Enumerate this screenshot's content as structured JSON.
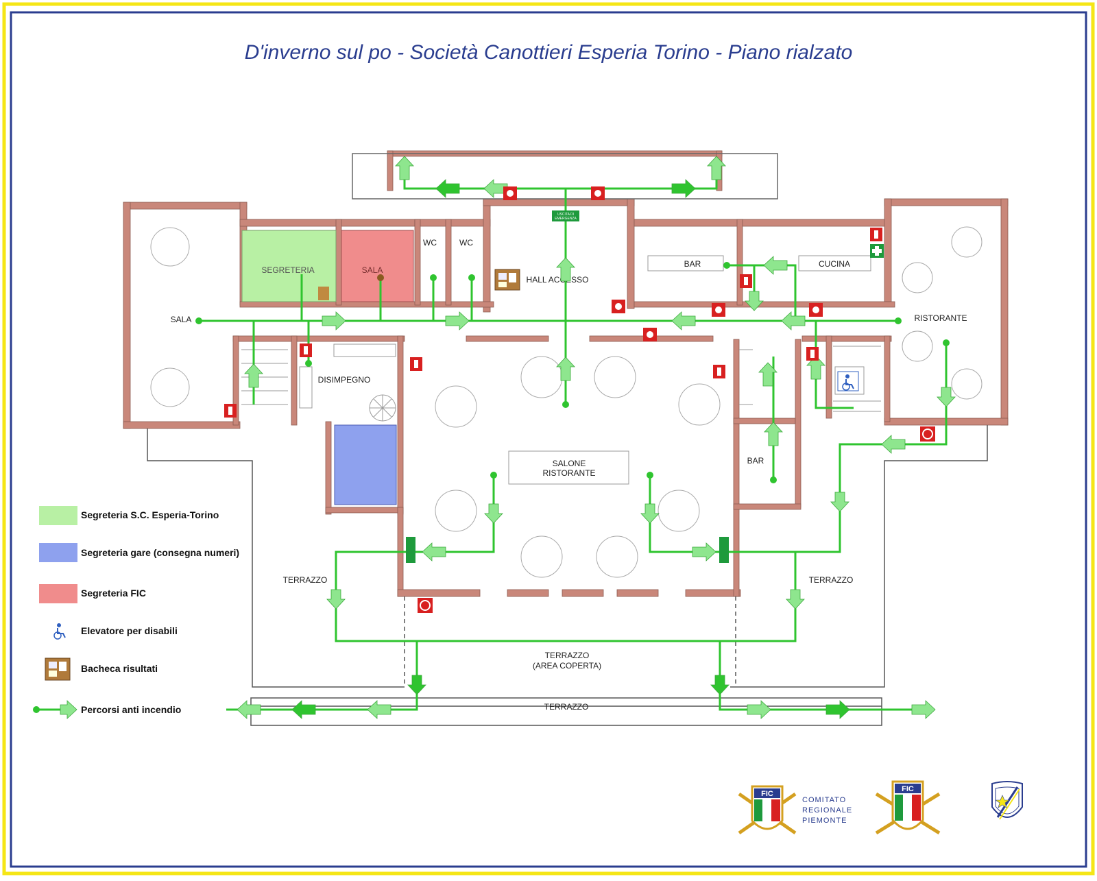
{
  "title": "D'inverno sul po - Società Canottieri Esperia Torino - Piano rialzato",
  "colors": {
    "frame_outer": "#f5e616",
    "frame_inner": "#2a3d8f",
    "title": "#2a3d8f",
    "wall": "#c9877a",
    "route": "#2fc42f",
    "arrow": "#8ee68e",
    "segreteria_esperia": "#b8f0a4",
    "segreteria_gare": "#8ea1ee",
    "segreteria_fic": "#f08c8c",
    "sign_red": "#d82020",
    "sign_green": "#1e9a3c"
  },
  "rooms": {
    "sala_left": "SALA",
    "segreteria": "SEGRETERIA",
    "sala_fic": "SALA",
    "wc1": "WC",
    "wc2": "WC",
    "hall": "HALL ACCESSO",
    "bar_top": "BAR",
    "cucina": "CUCINA",
    "ristorante": "RISTORANTE",
    "disimpegno": "DISIMPEGNO",
    "salone_line1": "SALONE",
    "salone_line2": "RISTORANTE",
    "bar_right": "BAR",
    "terrazzo_left": "TERRAZZO",
    "terrazzo_right": "TERRAZZO",
    "terrazzo_covered_line1": "TERRAZZO",
    "terrazzo_covered_line2": "(AREA COPERTA)",
    "terrazzo_bottom": "TERRAZZO"
  },
  "exit_sign": {
    "line1": "USCITA DI",
    "line2": "EMERGENZA"
  },
  "legend": [
    {
      "key": "segreteria_esperia",
      "label": "Segreteria  S.C. Esperia-Torino",
      "swatch": "#b8f0a4"
    },
    {
      "key": "segreteria_gare",
      "label": "Segreteria gare (consegna numeri)",
      "swatch": "#8ea1ee"
    },
    {
      "key": "segreteria_fic",
      "label": "Segreteria  FIC",
      "swatch": "#f08c8c"
    },
    {
      "key": "elevatore",
      "label": "Elevatore per disabili",
      "icon": "wheelchair-icon"
    },
    {
      "key": "bacheca",
      "label": "Bacheca risultati",
      "icon": "noticeboard-icon"
    },
    {
      "key": "percorsi",
      "label": "Percorsi anti incendio",
      "icon": "route-arrow-icon"
    }
  ],
  "logos": {
    "fic_text": "FIC",
    "comitato_line1": "COMITATO",
    "comitato_line2": "REGIONALE",
    "comitato_line3": "PIEMONTE"
  }
}
